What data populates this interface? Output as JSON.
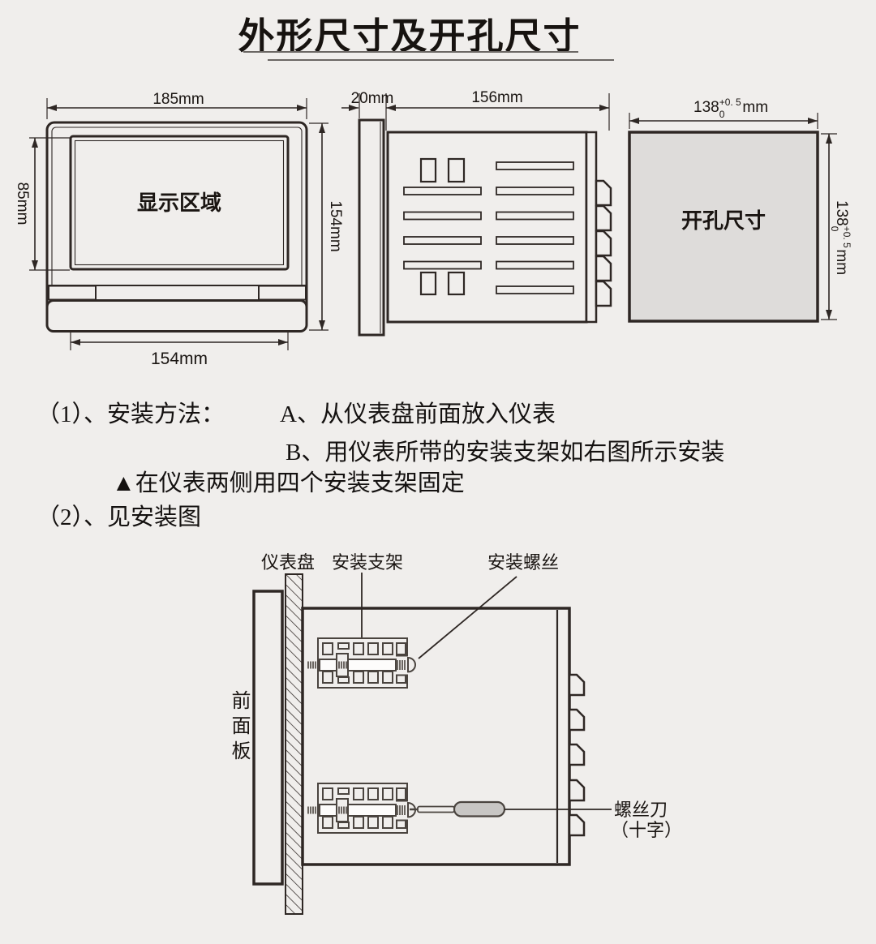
{
  "title": "外形尺寸及开孔尺寸",
  "front_view": {
    "width_dim": "185mm",
    "height_dim": "154mm",
    "display_height_dim": "85mm",
    "bottom_width_dim": "154mm",
    "screen_label": "显示区域"
  },
  "side_view": {
    "bezel_depth_dim": "20mm",
    "body_depth_dim": "156mm"
  },
  "cutout_view": {
    "label": "开孔尺寸",
    "dim_base": "138",
    "tol_upper": "+0. 5",
    "tol_lower": "0",
    "unit": "mm"
  },
  "instructions": {
    "item1": "（1）、安装方法：",
    "item1_a": "A、从仪表盘前面放入仪表",
    "item1_b": "B、用仪表所带的安装支架如右图所示安装",
    "note": "▲在仪表两侧用四个安装支架固定",
    "item2": "（2）、见安装图"
  },
  "install_diagram": {
    "panel_label": "仪表盘",
    "bracket_label": "安装支架",
    "screw_label": "安装螺丝",
    "front_panel_label": "前面板",
    "screwdriver_label": "螺丝刀",
    "screwdriver_type_label": "（十字）"
  },
  "colors": {
    "line": "#2e2724",
    "background": "#f0eeec",
    "cutout_fill": "#dedcda",
    "handle_fill": "#c8c6c4",
    "underline": "#6b6764"
  }
}
